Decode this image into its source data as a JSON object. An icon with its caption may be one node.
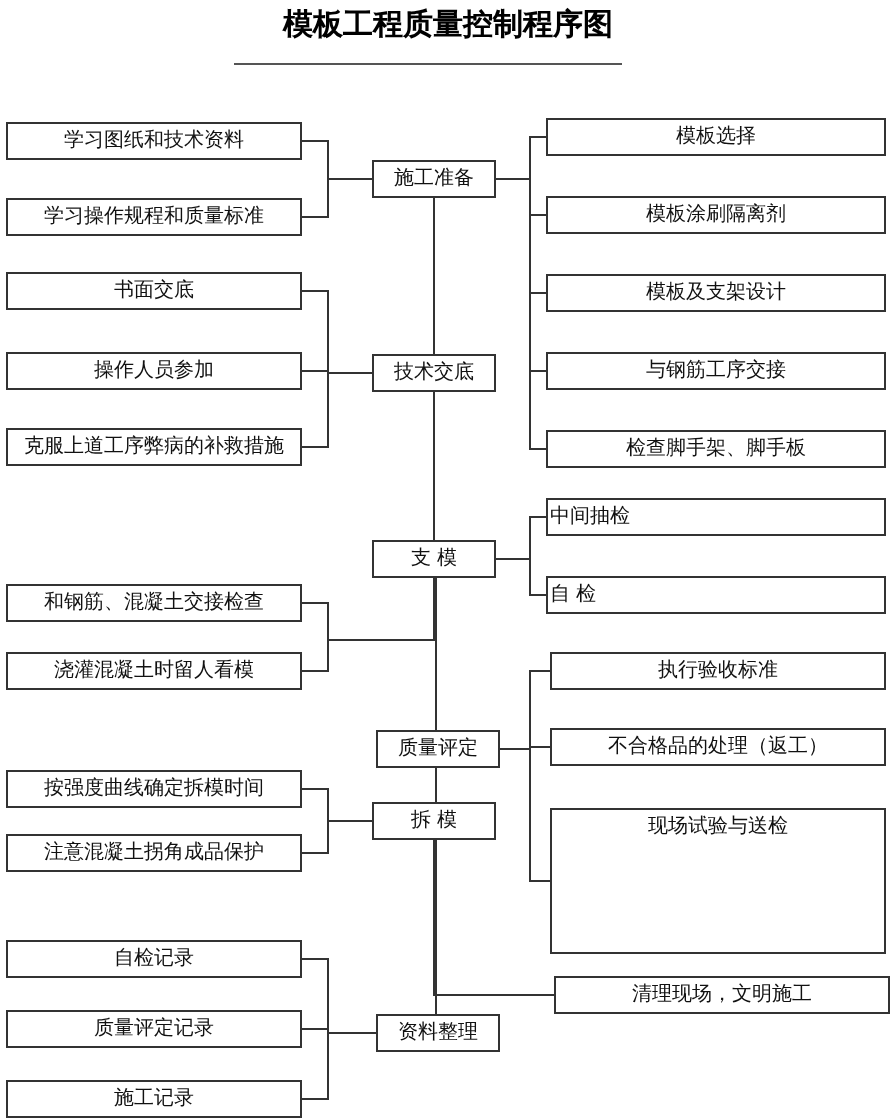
{
  "diagram": {
    "title": "模板工程质量控制程序图",
    "nodes": [
      {
        "text": [
          "学习图纸和技术资料"
        ]
      },
      {
        "text": [
          "模板选择"
        ]
      },
      {
        "text": [
          "施工准备"
        ]
      },
      {
        "text": [
          "学习操作规程和质量标准"
        ]
      },
      {
        "text": [
          "模板涂刷隔离剂"
        ]
      },
      {
        "text": [
          "书面交底"
        ]
      },
      {
        "text": [
          "模板及支架设计"
        ]
      },
      {
        "text": [
          "操作人员参加"
        ]
      },
      {
        "text": [
          "技术交底"
        ]
      },
      {
        "text": [
          "与钢筋工序交接"
        ]
      },
      {
        "text": [
          "克服上道工序弊病的补救措施"
        ]
      },
      {
        "text": [
          "检查脚手架、脚手板"
        ]
      },
      {
        "text": [
          "中间抽检"
        ]
      },
      {
        "text": [
          "支 模"
        ]
      },
      {
        "text": [
          "自 检"
        ]
      },
      {
        "text": [
          "和钢筋、混凝土交接检查"
        ]
      },
      {
        "text": [
          "浇灌混凝土时留人看模"
        ]
      },
      {
        "text": [
          "执行验收标准"
        ]
      },
      {
        "text": [
          "质量评定"
        ]
      },
      {
        "text": [
          "不合格品的处理（返工）"
        ]
      },
      {
        "text": [
          "按强度曲线确定拆模时间"
        ]
      },
      {
        "text": [
          "拆 模"
        ]
      },
      {
        "text": [
          "注意混凝土拐角成品保护"
        ]
      },
      {
        "text": [
          "现场试验与送检"
        ]
      },
      {
        "text": [
          "自检记录"
        ]
      },
      {
        "text": [
          "清理现场，文明施工"
        ]
      },
      {
        "text": [
          "质量评定记录"
        ]
      },
      {
        "text": [
          "资料整理"
        ]
      },
      {
        "text": [
          "施工记录"
        ]
      }
    ],
    "edges": [
      {
        "from": 0,
        "to": 2,
        "arrow": "none"
      },
      {
        "from": 3,
        "to": 2,
        "arrow": "none"
      },
      {
        "from": 2,
        "to": 1,
        "arrow": "none"
      },
      {
        "from": 2,
        "to": 4,
        "arrow": "none"
      },
      {
        "from": 2,
        "to": 6,
        "arrow": "none"
      },
      {
        "from": 2,
        "to": 9,
        "arrow": "none"
      },
      {
        "from": 2,
        "to": 11,
        "arrow": "none"
      },
      {
        "from": 2,
        "to": 8,
        "arrow": "none"
      },
      {
        "from": 5,
        "to": 8,
        "arrow": "none"
      },
      {
        "from": 7,
        "to": 8,
        "arrow": "none"
      },
      {
        "from": 10,
        "to": 8,
        "arrow": "none"
      },
      {
        "from": 8,
        "to": 13,
        "arrow": "none"
      },
      {
        "from": 13,
        "to": 12,
        "arrow": "none"
      },
      {
        "from": 13,
        "to": 14,
        "arrow": "none"
      },
      {
        "from": 15,
        "to": 13,
        "arrow": "none"
      },
      {
        "from": 16,
        "to": 13,
        "arrow": "none"
      },
      {
        "from": 13,
        "to": 18,
        "arrow": "none"
      },
      {
        "from": 18,
        "to": 17,
        "arrow": "none"
      },
      {
        "from": 18,
        "to": 19,
        "arrow": "none"
      },
      {
        "from": 18,
        "to": 23,
        "arrow": "none"
      },
      {
        "from": 18,
        "to": 21,
        "arrow": "none"
      },
      {
        "from": 20,
        "to": 21,
        "arrow": "none"
      },
      {
        "from": 22,
        "to": 21,
        "arrow": "none"
      },
      {
        "from": 21,
        "to": 27,
        "arrow": "none"
      },
      {
        "from": 21,
        "to": 25,
        "arrow": "none"
      },
      {
        "from": 24,
        "to": 27,
        "arrow": "none"
      },
      {
        "from": 26,
        "to": 27,
        "arrow": "none"
      },
      {
        "from": 28,
        "to": 27,
        "arrow": "none"
      }
    ]
  }
}
